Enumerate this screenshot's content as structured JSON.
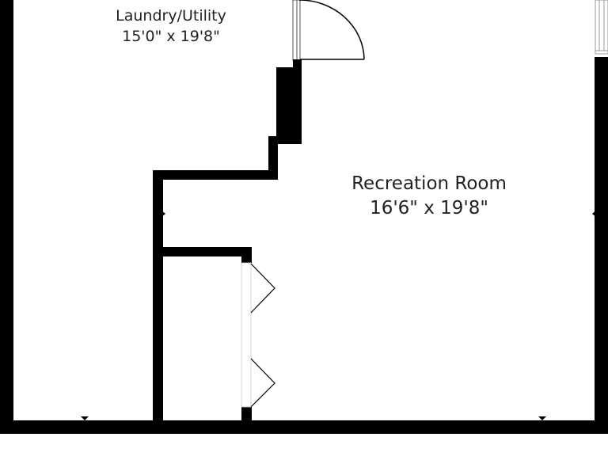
{
  "rooms": [
    {
      "name": "Laundry/Utility",
      "dimensions": "15'0\" x 19'8\""
    },
    {
      "name": "Recreation Room",
      "dimensions": "16'6\" x 19'8\""
    }
  ],
  "colors": {
    "wall": "#000000",
    "background": "#ffffff",
    "label": "#222222",
    "window_frame": "#9a9a9a"
  }
}
